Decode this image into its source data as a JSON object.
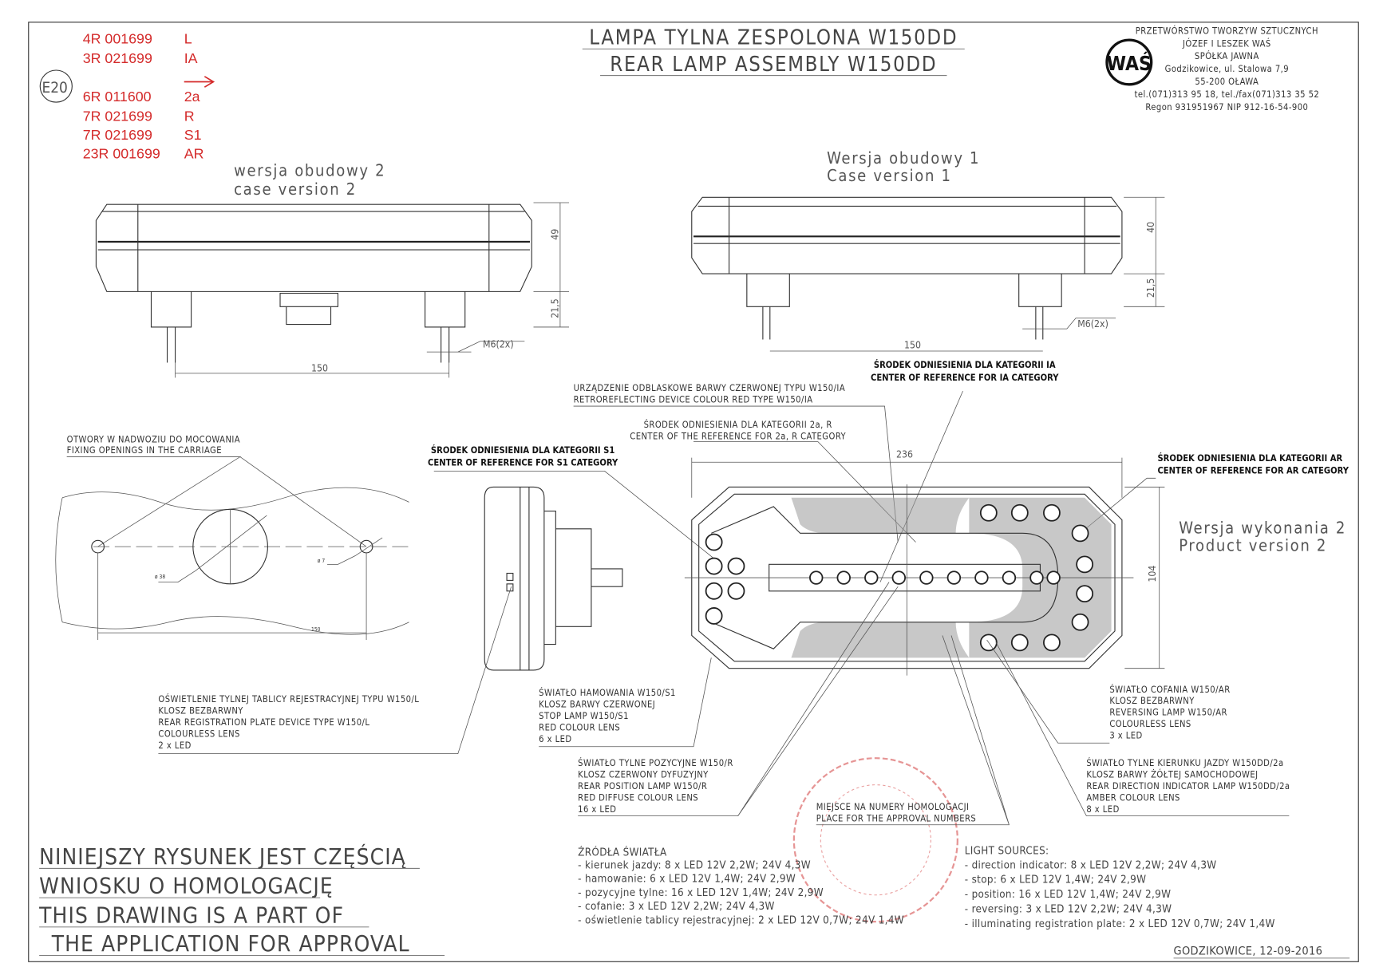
{
  "approval_codes": [
    {
      "code": "4R 001699",
      "cat": "L"
    },
    {
      "code": "3R 021699",
      "cat": "IA"
    },
    {
      "code": "6R 011600",
      "cat": "2a"
    },
    {
      "code": "7R 021699",
      "cat": "R"
    },
    {
      "code": "7R 021699",
      "cat": "S1"
    },
    {
      "code": "23R 001699",
      "cat": "AR"
    }
  ],
  "e_mark": "E20",
  "title": {
    "pl": "LAMPA TYLNA ZESPOLONA W150DD",
    "en": "REAR LAMP ASSEMBLY W150DD"
  },
  "company": {
    "logo": "WAŚ",
    "lines": [
      "PRZETWÓRSTWO TWORZYW SZTUCZNYCH",
      "JÓZEF I LESZEK WAŚ",
      "SPÓŁKA JAWNA",
      "Godzikowice, ul. Stalowa 7,9",
      "55-200 OŁAWA",
      "tel.(071)313 95 18, tel./fax(071)313 35 52",
      "Regon 931951967 NIP 912-16-54-900"
    ]
  },
  "views": {
    "case2": {
      "pl": "wersja obudowy 2",
      "en": "case version 2",
      "dim_height": "49",
      "dim_stud": "21,5",
      "dim_width": "150",
      "thread": "M6(2x)"
    },
    "case1": {
      "pl": "Wersja obudowy 1",
      "en": "Case version 1",
      "dim_height": "40",
      "dim_stud": "21,5",
      "dim_width": "150",
      "thread": "M6(2x)"
    },
    "front": {
      "pl": "Wersja wykonania 2",
      "en": "Product version 2",
      "dim_width": "236",
      "dim_height": "104"
    },
    "holes": {
      "pl": "OTWORY W NADWOZIU DO MOCOWANIA",
      "en": "FIXING OPENINGS IN THE CARRIAGE",
      "d_big": "ø 38",
      "d_small": "ø 7",
      "spacing": "150"
    }
  },
  "callouts": {
    "ia": [
      "ŚRODEK ODNIESIENIA DLA KATEGORII IA",
      "CENTER OF REFERENCE FOR IA CATEGORY"
    ],
    "retro": [
      "URZĄDZENIE ODBLASKOWE BARWY CZERWONEJ TYPU W150/IA",
      "RETROREFLECTING DEVICE COLOUR RED TYPE W150/IA"
    ],
    "r2a": [
      "ŚRODEK ODNIESIENIA DLA KATEGORII 2a, R",
      "CENTER OF THE REFERENCE FOR 2a, R CATEGORY"
    ],
    "s1": [
      "ŚRODEK ODNIESIENIA DLA KATEGORII S1",
      "CENTER OF REFERENCE FOR S1 CATEGORY"
    ],
    "ar": [
      "ŚRODEK ODNIESIENIA DLA KATEGORII AR",
      "CENTER OF REFERENCE FOR AR CATEGORY"
    ],
    "plate": [
      "OŚWIETLENIE TYLNEJ TABLICY REJESTRACYJNEJ TYPU W150/L",
      "KLOSZ BEZBARWNY",
      "REAR REGISTRATION PLATE DEVICE TYPE W150/L",
      "COLOURLESS LENS",
      "2 x LED"
    ],
    "stop": [
      "ŚWIATŁO HAMOWANIA W150/S1",
      "KLOSZ BARWY CZERWONEJ",
      "STOP LAMP W150/S1",
      "RED COLOUR LENS",
      "6 x LED"
    ],
    "position": [
      "ŚWIATŁO TYLNE POZYCYJNE W150/R",
      "KLOSZ CZERWONY DYFUZYJNY",
      "REAR POSITION LAMP W150/R",
      "RED DIFFUSE COLOUR LENS",
      "16 x LED"
    ],
    "reversing": [
      "ŚWIATŁO COFANIA W150/AR",
      "KLOSZ BEZBARWNY",
      "REVERSING LAMP W150/AR",
      "COLOURLESS LENS",
      "3 x LED"
    ],
    "direction": [
      "ŚWIATŁO TYLNE KIERUNKU JAZDY W150DD/2a",
      "KLOSZ BARWY ŻÓŁTEJ SAMOCHODOWEJ",
      "REAR DIRECTION INDICATOR LAMP W150DD/2a",
      "AMBER COLOUR LENS",
      "8 x LED"
    ],
    "approval_place": [
      "MIEJSCE NA NUMERY HOMOLOGACJI",
      "PLACE FOR THE APPROVAL NUMBERS"
    ]
  },
  "notice": [
    "NINIEJSZY RYSUNEK JEST CZĘŚCIĄ",
    "WNIOSKU O HOMOLOGACJĘ",
    "THIS DRAWING IS A PART OF",
    "THE APPLICATION FOR APPROVAL"
  ],
  "sources_pl": {
    "title": "ŹRÓDŁA ŚWIATŁA",
    "items": [
      "- kierunek jazdy:  8 x LED 12V 2,2W; 24V 4,3W",
      "- hamowanie: 6 x LED 12V 1,4W; 24V 2,9W",
      "- pozycyjne tylne: 16 x LED 12V 1,4W; 24V 2,9W",
      "- cofanie:   3 x LED 12V 2,2W; 24V 4,3W",
      "- oświetlenie tablicy rejestracyjnej: 2 x LED 12V 0,7W; 24V 1,4W"
    ]
  },
  "sources_en": {
    "title": "LIGHT SOURCES:",
    "items": [
      "- direction indicator:  8 x LED 12V 2,2W; 24V 4,3W",
      "- stop: 6 x LED 12V 1,4W; 24V 2,9W",
      "- position: 16 x LED 12V 1,4W; 24V 2,9W",
      "- reversing:  3 x LED 12V 2,2W; 24V 4,3W",
      "- illuminating registration plate:  2 x LED 12V 0,7W; 24V 1,4W"
    ]
  },
  "footer": {
    "place_date": "GODZIKOWICE,  12-09-2016"
  },
  "colors": {
    "approval_red": "#d42a2a",
    "stamp_red": "#e07a7a",
    "line": "#333333"
  }
}
